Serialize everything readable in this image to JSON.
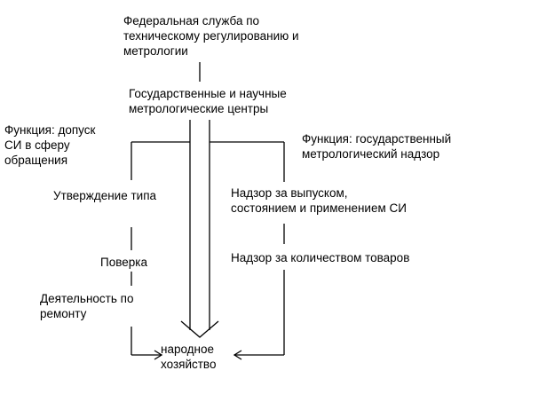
{
  "nodes": {
    "federal_service": [
      "Федеральная служба по",
      "техническому регулированию и",
      "метрологии"
    ],
    "centers": [
      "Государственные и научные",
      "метрологические центры"
    ],
    "func_access": [
      "Функция: допуск",
      "СИ в сферу",
      "обращения"
    ],
    "func_supervision": [
      "Функция: государственный",
      "метрологический надзор"
    ],
    "type_approval": "Утверждение типа",
    "verification": "Поверка",
    "repair": [
      "Деятельность по",
      "ремонту"
    ],
    "production_supervision": [
      "Надзор за выпуском,",
      "состоянием и применением СИ"
    ],
    "goods_supervision": "Надзор за количеством товаров",
    "economy": [
      "народное",
      "хозяйство"
    ]
  },
  "colors": {
    "line": "#000000",
    "text": "#000000",
    "background": "#ffffff"
  }
}
